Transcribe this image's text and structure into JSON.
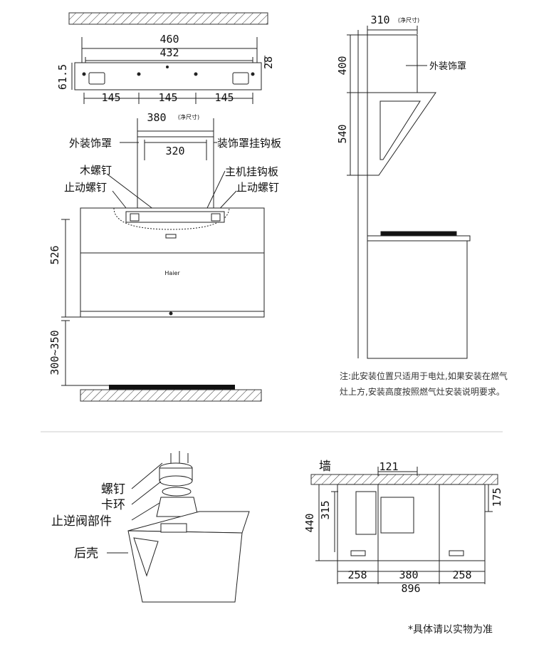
{
  "top_view": {
    "dim_460": "460",
    "dim_432": "432",
    "dim_28": "28",
    "dim_61_5": "61.5",
    "dim_145_a": "145",
    "dim_145_b": "145",
    "dim_145_c": "145"
  },
  "front_view": {
    "dim_380": "380",
    "dim_380_note": "(净尺寸)",
    "dim_320": "320",
    "label_outer_cover": "外装饰罩",
    "label_cover_bracket": "装饰罩挂钩板",
    "label_wood_screw": "木螺钉",
    "label_main_bracket": "主机挂钩板",
    "label_stop_screw_left": "止动螺钉",
    "label_stop_screw_right": "止动螺钉",
    "dim_526": "526",
    "dim_300_350": "300~350",
    "brand": "Haier"
  },
  "side_view": {
    "dim_310": "310",
    "dim_310_note": "(净尺寸)",
    "dim_400": "400",
    "dim_540": "540",
    "label_outer_cover": "外装饰罩"
  },
  "note": "注:此安装位置只适用于电灶,如果安装在燃气灶上方,安装高度按照燃气灶安装说明要求。",
  "exploded": {
    "label_screw": "螺钉",
    "label_clip": "卡环",
    "label_valve": "止逆阀部件",
    "label_shell": "后壳"
  },
  "top_install": {
    "label_wall": "墙",
    "dim_121": "121",
    "dim_175": "175",
    "dim_315": "315",
    "dim_440": "440",
    "dim_258_a": "258",
    "dim_380": "380",
    "dim_258_b": "258",
    "dim_896": "896"
  },
  "footnote": "*具体请以实物为准"
}
